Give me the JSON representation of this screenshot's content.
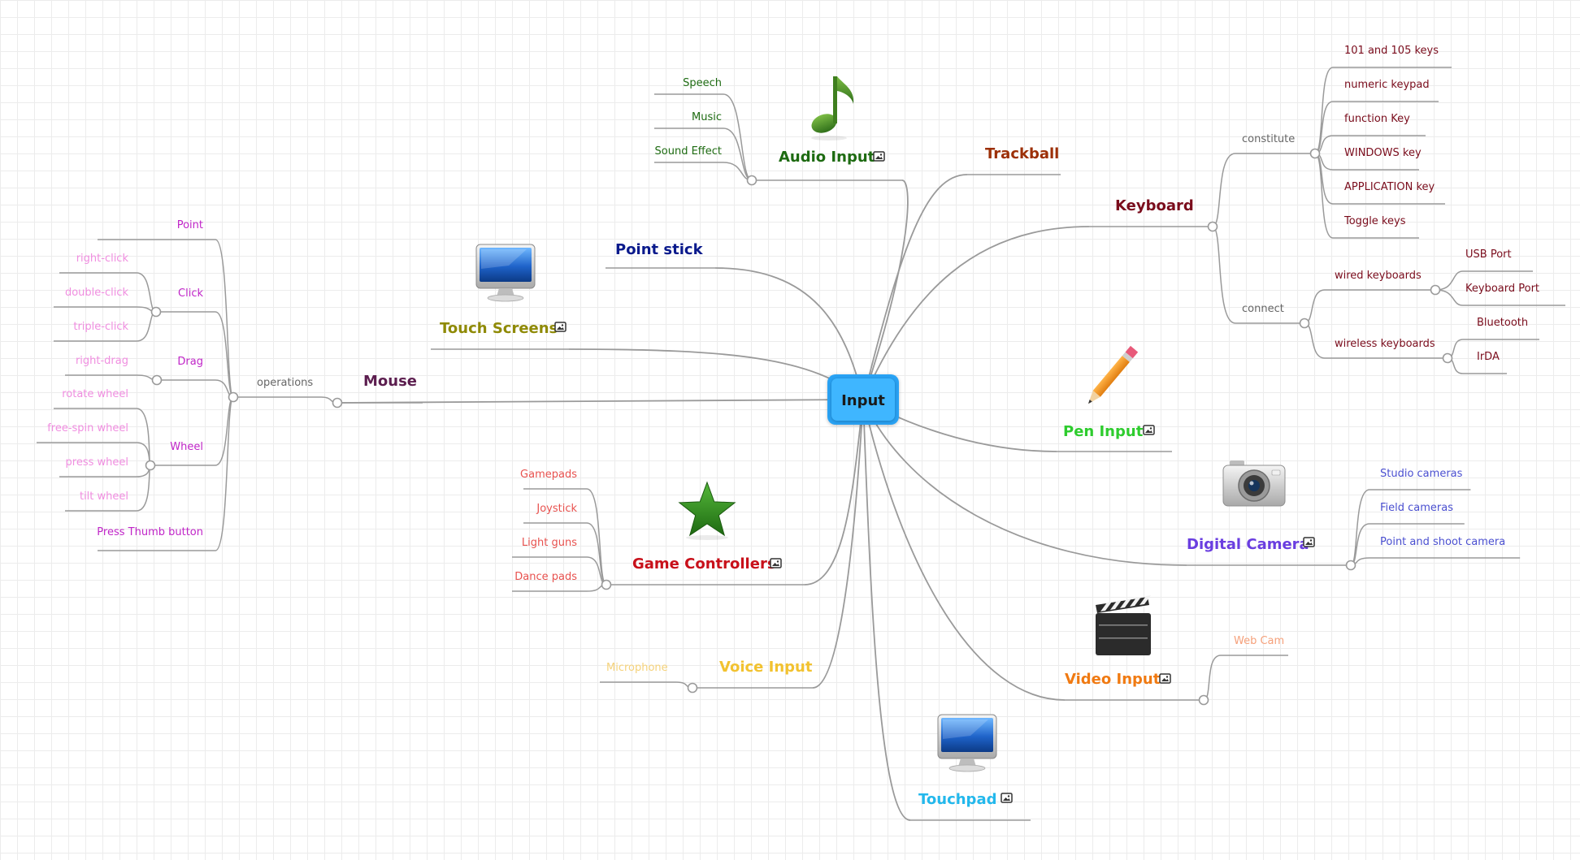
{
  "central": {
    "label": "Input",
    "color": "#29a3f5"
  },
  "colors": {
    "connector": "#9a9a9a",
    "node_dot_fill": "#ffffff"
  },
  "branches": [
    {
      "key": "audio",
      "label": "Audio Input",
      "color": "#1e6b12",
      "image": "music-note-icon",
      "has_image_marker": true,
      "children": [
        {
          "label": "Speech"
        },
        {
          "label": "Music"
        },
        {
          "label": "Sound Effect"
        }
      ]
    },
    {
      "key": "trackball",
      "label": "Trackball",
      "color": "#9c2f06",
      "children": []
    },
    {
      "key": "keyboard",
      "label": "Keyboard",
      "color": "#7a0c1c",
      "children": [
        {
          "label": "constitute",
          "color": "#666666",
          "children": [
            {
              "label": "101 and 105 keys"
            },
            {
              "label": "numeric keypad"
            },
            {
              "label": "function Key"
            },
            {
              "label": "WINDOWS key"
            },
            {
              "label": "APPLICATION key"
            },
            {
              "label": "Toggle keys"
            }
          ]
        },
        {
          "label": "connect",
          "color": "#666666",
          "children": [
            {
              "label": "wired keyboards",
              "children": [
                {
                  "label": "USB Port"
                },
                {
                  "label": "Keyboard Port"
                }
              ]
            },
            {
              "label": "wireless keyboards",
              "children": [
                {
                  "label": "Bluetooth"
                },
                {
                  "label": "IrDA"
                }
              ]
            }
          ]
        }
      ]
    },
    {
      "key": "pointstick",
      "label": "Point stick",
      "color": "#0a1a8c",
      "children": []
    },
    {
      "key": "touchscreens",
      "label": "Touch Screens",
      "color": "#8f8a06",
      "image": "monitor-icon",
      "has_image_marker": true,
      "children": []
    },
    {
      "key": "mouse",
      "label": "Mouse",
      "color": "#5c1e4f",
      "children": [
        {
          "label": "operations",
          "color": "#666666",
          "children": [
            {
              "label": "Point",
              "children": []
            },
            {
              "label": "Click",
              "children": [
                {
                  "label": "right-click"
                },
                {
                  "label": "double-click"
                },
                {
                  "label": "triple-click"
                }
              ]
            },
            {
              "label": "Drag",
              "children": [
                {
                  "label": "right-drag"
                }
              ]
            },
            {
              "label": "Wheel",
              "children": [
                {
                  "label": "rotate wheel"
                },
                {
                  "label": "free-spin wheel"
                },
                {
                  "label": "press wheel"
                },
                {
                  "label": "tilt wheel"
                }
              ]
            },
            {
              "label": "Press Thumb button",
              "children": []
            }
          ]
        }
      ]
    },
    {
      "key": "pen",
      "label": "Pen Input",
      "color": "#2ecc2e",
      "image": "pencil-icon",
      "has_image_marker": true,
      "children": []
    },
    {
      "key": "camera",
      "label": "Digital Camera",
      "color": "#6a3ee0",
      "image": "camera-icon",
      "has_image_marker": true,
      "children": [
        {
          "label": "Studio cameras"
        },
        {
          "label": "Field cameras"
        },
        {
          "label": "Point and shoot camera"
        }
      ]
    },
    {
      "key": "game",
      "label": "Game Controllers",
      "color": "#c8101a",
      "image": "star-icon",
      "has_image_marker": true,
      "children": [
        {
          "label": "Gamepads"
        },
        {
          "label": "Joystick"
        },
        {
          "label": "Light guns"
        },
        {
          "label": "Dance pads"
        }
      ]
    },
    {
      "key": "video",
      "label": "Video Input",
      "color": "#f07a12",
      "image": "clapperboard-icon",
      "has_image_marker": true,
      "children": [
        {
          "label": "Web Cam"
        }
      ]
    },
    {
      "key": "voice",
      "label": "Voice Input",
      "color": "#f2c230",
      "children": [
        {
          "label": "Microphone"
        }
      ]
    },
    {
      "key": "touchpad",
      "label": "Touchpad",
      "color": "#23b8ec",
      "image": "monitor-icon",
      "has_image_marker": true,
      "children": []
    }
  ]
}
